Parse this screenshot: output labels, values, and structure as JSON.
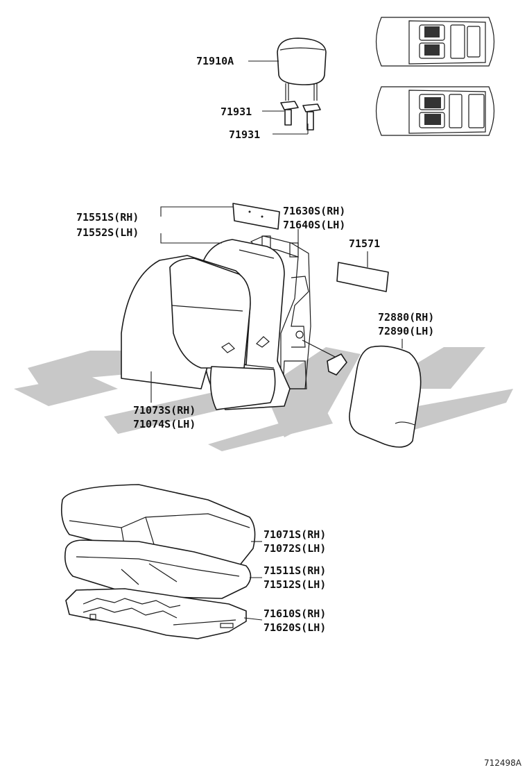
{
  "diagram": {
    "reference_code": "712498A",
    "labels": {
      "headrest": "71910A",
      "support_upper": "71931",
      "support_lower": "71931",
      "pad_rh": "71551S(RH)",
      "pad_lh": "71552S(LH)",
      "frame_rh": "71630S(RH)",
      "frame_lh": "71640S(LH)",
      "bracket": "71571",
      "back_board_rh": "72880(RH)",
      "back_board_lh": "72890(LH)",
      "seatback_rh": "71073S(RH)",
      "seatback_lh": "71074S(LH)",
      "cushion_cover_rh": "71071S(RH)",
      "cushion_cover_lh": "71072S(LH)",
      "cushion_pad_rh": "71511S(RH)",
      "cushion_pad_lh": "71512S(LH)",
      "cushion_frame_rh": "71610S(RH)",
      "cushion_frame_lh": "71620S(LH)"
    }
  }
}
